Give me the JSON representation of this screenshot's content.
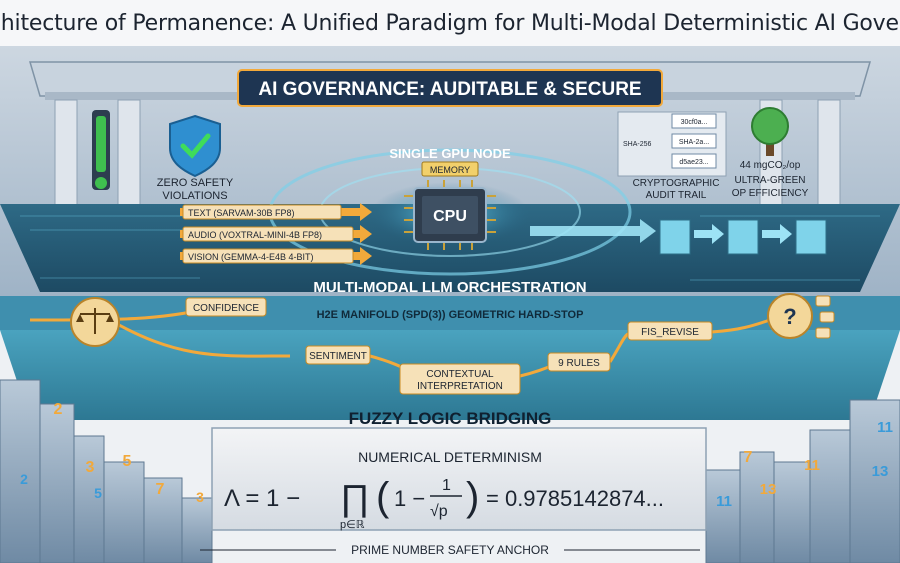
{
  "title": "Architecture of Permanence: A Unified Paradigm for Multi-Modal Deterministic AI Governa",
  "banner": "AI GOVERNANCE: AUDITABLE & SECURE",
  "safety": {
    "label_line1": "ZERO SAFETY",
    "label_line2": "VIOLATIONS"
  },
  "gpu": {
    "title": "SINGLE GPU NODE",
    "memory_label": "MEMORY",
    "cpu_label": "CPU"
  },
  "inputs": [
    "TEXT (SARVAM-30B FP8)",
    "AUDIO (VOXTRAL-MINI-4B FP8)",
    "VISION (GEMMA-4-E4B 4-BIT)"
  ],
  "audit": {
    "hash_algo": "SHA-256",
    "hashes": [
      "30cf0a...",
      "SHA-2a...",
      "d5ae23..."
    ],
    "label_line1": "CRYPTOGRAPHIC",
    "label_line2": "AUDIT TRAIL"
  },
  "efficiency": {
    "value": "44 mgCO₂/op",
    "label_line1": "ULTRA-GREEN",
    "label_line2": "OP EFFICIENCY"
  },
  "orchestration": "MULTI-MODAL LLM ORCHESTRATION",
  "manifold": "H2E MANIFOLD (SPD(3)) GEOMETRIC HARD-STOP",
  "flow_nodes": {
    "confidence": "CONFIDENCE",
    "sentiment": "SENTIMENT",
    "contextual_line1": "CONTEXTUAL",
    "contextual_line2": "INTERPRETATION",
    "rules": "9 RULES",
    "revise": "FIS_REVISE"
  },
  "fuzzy_label": "FUZZY LOGIC BRIDGING",
  "numerical": {
    "title": "NUMERICAL DETERMINISM",
    "formula_lhs": "Λ = 1 −",
    "formula_sum": "p∈ℝ",
    "formula_one": "1 −",
    "formula_num": "1",
    "formula_den": "√p",
    "formula_rhs": "= 0.9785142874...",
    "anchor_label": "PRIME NUMBER SAFETY ANCHOR"
  },
  "pillar_numbers": {
    "left": [
      "2",
      "3",
      "5",
      "7",
      "3",
      "2",
      "5"
    ],
    "right": [
      "7",
      "11",
      "13",
      "11",
      "13",
      "11"
    ]
  },
  "colors": {
    "accent_orange": "#f2a93b",
    "dark_navy": "#1e3552",
    "green": "#3fbf4f",
    "teal_track": "#2f7f9a"
  }
}
